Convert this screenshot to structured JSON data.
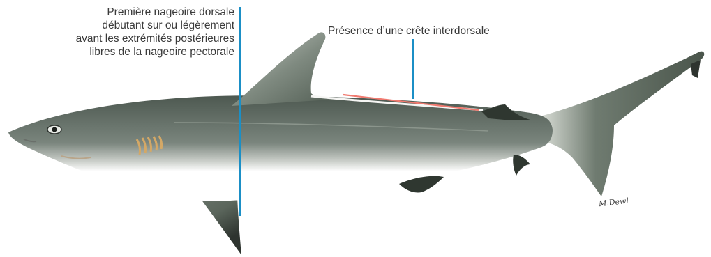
{
  "labels": {
    "first_dorsal": [
      "Première nageoire dorsale",
      "débutant sur ou légèrement",
      "avant les extrémités postérieures",
      "libres de la nageoire pectorale"
    ],
    "interdorsal": "Présence d’une crête interdorsale"
  },
  "colors": {
    "callout_line": "#1b8fc6",
    "ridge_line": "#f07a70",
    "body_dark": "#5f6a62",
    "belly": "#ffffff"
  },
  "artist_signature": "M.Dewl"
}
